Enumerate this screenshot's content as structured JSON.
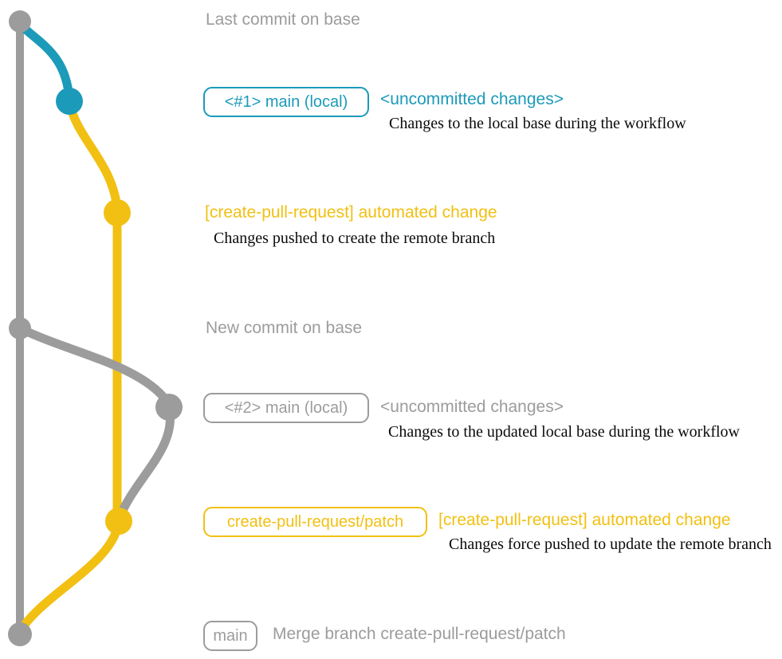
{
  "colors": {
    "base_gray": "#9c9c9c",
    "branch_blue": "#1b9ab9",
    "branch_yellow": "#f1c013",
    "description_text": "#0a0a0a",
    "background": "#ffffff"
  },
  "events": [
    {
      "caption": "Last commit on base"
    },
    {
      "branch_label": "<#1> main (local)",
      "message": "<uncommitted changes>",
      "description": "Changes to the local base during the workflow"
    },
    {
      "message": "[create-pull-request] automated change",
      "description": "Changes pushed to create the remote branch"
    },
    {
      "caption": "New commit on base"
    },
    {
      "branch_label": "<#2> main (local)",
      "message": "<uncommitted changes>",
      "description": "Changes to the updated local base during the workflow"
    },
    {
      "branch_label": "create-pull-request/patch",
      "message": "[create-pull-request] automated change",
      "description": "Changes force pushed to update the remote branch"
    },
    {
      "branch_label": "main",
      "caption": "Merge branch create-pull-request/patch"
    }
  ]
}
